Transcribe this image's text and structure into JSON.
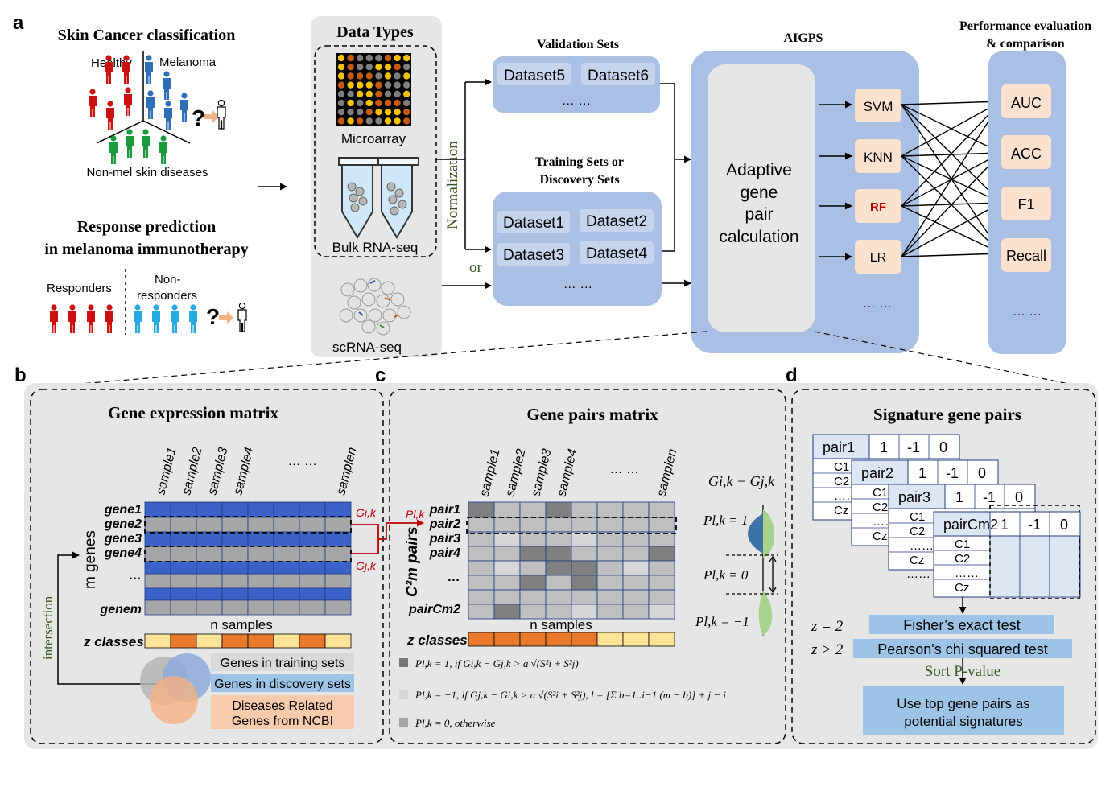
{
  "panel_labels": {
    "a": "a",
    "b": "b",
    "c": "c",
    "d": "d"
  },
  "panel_a": {
    "skin_title": "Skin Cancer classification",
    "healthy": "Healthy",
    "melanoma": "Melanoma",
    "question": "?",
    "nonmel": "Non-mel skin diseases",
    "response_title_1": "Response prediction",
    "response_title_2": "in melanoma immunotherapy",
    "responders": "Responders",
    "nonresponders_1": "Non-",
    "nonresponders_2": "responders",
    "data_types": "Data Types",
    "microarray": "Microarray",
    "bulk": "Bulk RNA-seq",
    "scrna": "scRNA-seq",
    "normalization": "Normalization",
    "or": "or",
    "validation_title": "Validation Sets",
    "dataset5": "Dataset5",
    "dataset6": "Dataset6",
    "ellipsis": "… …",
    "training_title_1": "Training Sets or",
    "training_title_2": "Discovery Sets",
    "dataset1": "Dataset1",
    "dataset2": "Dataset2",
    "dataset3": "Dataset3",
    "dataset4": "Dataset4",
    "aigps_title": "AIGPS",
    "adaptive_lines": [
      "Adaptive",
      "gene",
      "pair",
      "calculation"
    ],
    "models": [
      "SVM",
      "KNN",
      "RF",
      "LR"
    ],
    "perf_title_1": "Performance evaluation",
    "perf_title_2": "& comparison",
    "metrics": [
      "AUC",
      "ACC",
      "F1",
      "Recall"
    ]
  },
  "panel_b": {
    "title": "Gene expression matrix",
    "samples": [
      "sample1",
      "sample2",
      "sample3",
      "sample4",
      "… …",
      "samplen"
    ],
    "genes": [
      "gene1",
      "gene2",
      "gene3",
      "gene4",
      "…",
      "genem"
    ],
    "m_genes": "m genes",
    "n_samples": "n samples",
    "z_classes": "z classes",
    "intersection": "intersection",
    "gik": "Gi,k",
    "gjk": "Gj,k",
    "legend_training": "Genes in training sets",
    "legend_discovery": "Genes in discovery sets",
    "legend_disease_1": "Diseases Related",
    "legend_disease_2": "Genes from NCBI"
  },
  "panel_c": {
    "title": "Gene pairs matrix",
    "samples": [
      "sample1",
      "sample2",
      "sample3",
      "sample4",
      "… …",
      "samplen"
    ],
    "pairs": [
      "pair1",
      "pair2",
      "pair3",
      "pair4",
      "…",
      "pairCm2"
    ],
    "cm_pairs": "C²m pairs",
    "n_samples": "n samples",
    "z_classes": "z classes",
    "plk": "Pl,k",
    "g_diff": "Gi,k − Gj,k",
    "p1": "Pl,k = 1",
    "p0": "Pl,k = 0",
    "pm1": "Pl,k = −1",
    "formula1": "Pl,k = 1, if Gi,k − Gj,k > a √(S²i + S²j)",
    "formula2": "Pl,k = −1, if Gj,k − Gi,k > a √(S²i + S²j), l = [Σ b=1..i−1 (m − b)] + j − i",
    "formula3": "Pl,k = 0, otherwise"
  },
  "panel_d": {
    "title": "Signature gene pairs",
    "pair_labels": [
      "pair1",
      "pair2",
      "pair3",
      "pairCm2"
    ],
    "values": [
      "1",
      "-1",
      "0"
    ],
    "c_rows": [
      "C1",
      "C2",
      "……",
      "Cz"
    ],
    "ellipsis": "……",
    "z2": "z = 2",
    "zgt2": "z > 2",
    "fisher": "Fisher’s exact test",
    "pearson": "Pearson's chi squared test",
    "sort": "Sort P-value",
    "use_top_1": "Use top gene pairs as",
    "use_top_2": "potential signatures"
  },
  "colors": {
    "gray_panel": "#e6e6e6",
    "blue_panel": "#a9bfe3",
    "blue_box": "#a8bce0",
    "peach": "#fbe2cf",
    "red": "#cc1111",
    "blue_person": "#2e6fb8",
    "green_person": "#1a9a3c",
    "matrix_blue": "#3a62c8",
    "orange": "#ea7a2b",
    "yellow": "#fde29a",
    "light_blue": "#9dc3e6",
    "green_text": "#385723"
  }
}
